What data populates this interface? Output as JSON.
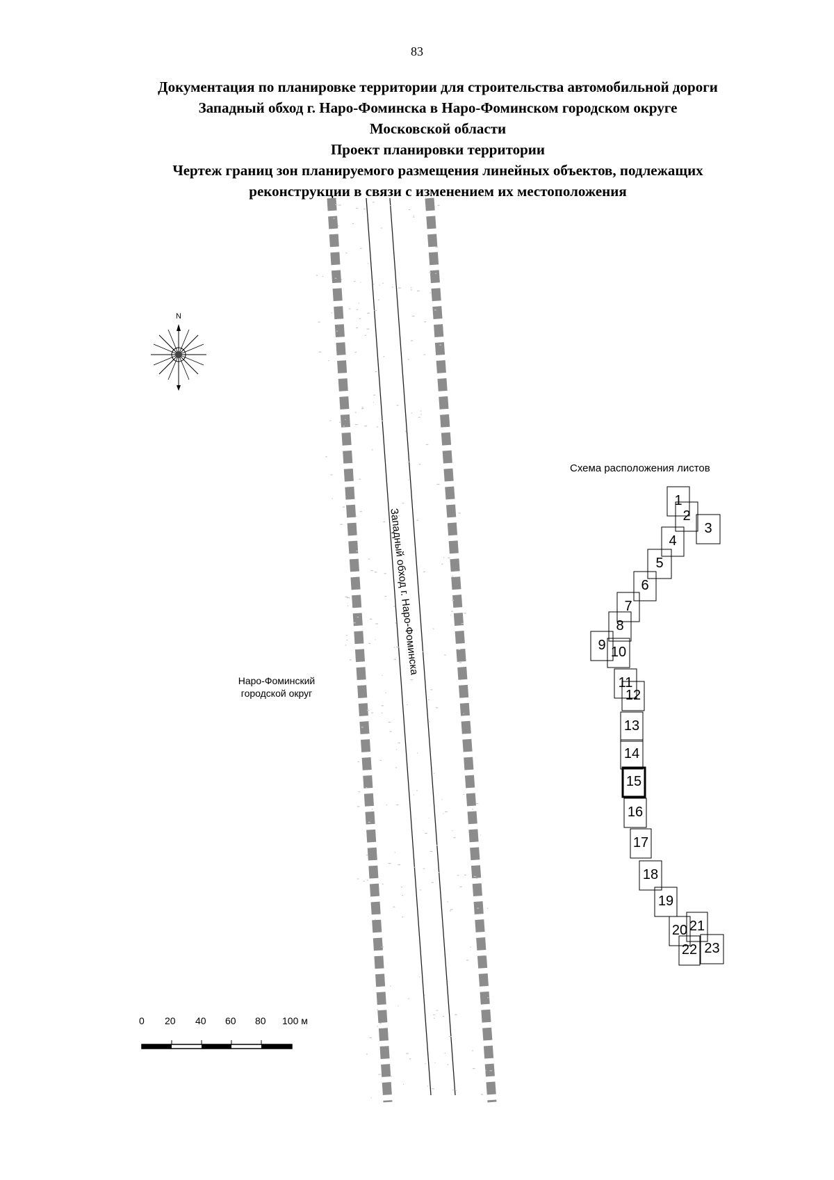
{
  "page": {
    "number": "83"
  },
  "title": {
    "line1": "Документация по планировке территории для строительства автомобильной дороги",
    "line2": "Западный обход г. Наро-Фоминска в Наро-Фоминском городском округе",
    "line3": "Московской области",
    "line4": "Проект планировки территории",
    "line5": "Чертеж границ зон планируемого размещения линейных объектов, подлежащих",
    "line6": "реконструкции в связи с изменением их местоположения"
  },
  "map": {
    "north_label": "N",
    "road_label": "Западный обход г. Наро-Фоминска",
    "district_label_line1": "Наро-Фоминский",
    "district_label_line2": "городской округ"
  },
  "sheet_scheme": {
    "title": "Схема расположения листов",
    "sheets": [
      "1",
      "2",
      "3",
      "4",
      "5",
      "6",
      "7",
      "8",
      "9",
      "10",
      "11",
      "12",
      "13",
      "14",
      "15",
      "16",
      "17",
      "18",
      "19",
      "20",
      "21",
      "22",
      "23"
    ],
    "current_sheet": "15"
  },
  "scale_bar": {
    "ticks": [
      "0",
      "20",
      "40",
      "60",
      "80",
      "100 м"
    ]
  }
}
